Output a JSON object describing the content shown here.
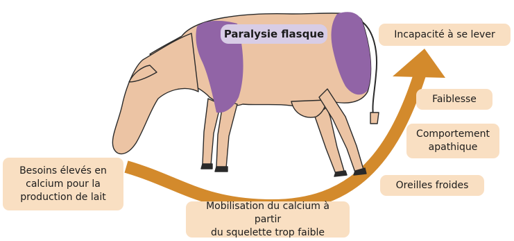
{
  "colors": {
    "cow_body": "#ecc4a4",
    "cow_outline": "#2a2a2a",
    "affected_muscle": "#9164a6",
    "label_box": "#f9dfc2",
    "arrow": "#d38a2c",
    "pill": "#d8cde6"
  },
  "labels": {
    "paralysis": "Paralysie flasque",
    "high_needs": "Besoins élevés en\ncalcium pour la\nproduction de lait",
    "mobilisation": "Mobilisation du calcium à partir\ndu squelette trop faible",
    "cold_ears": "Oreilles froides",
    "apathetic": "Comportement\napathique",
    "weakness": "Faiblesse",
    "cannot_stand": "Incapacité à se lever"
  }
}
